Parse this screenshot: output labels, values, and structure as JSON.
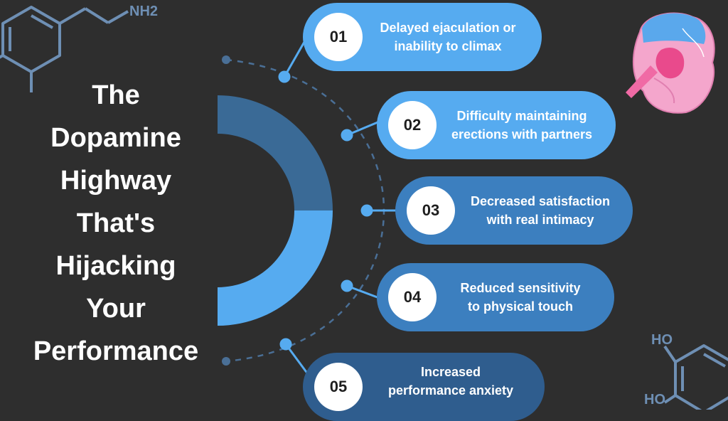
{
  "title_lines": [
    "The",
    "Dopamine",
    "Highway",
    "That's",
    "Hijacking",
    "Your",
    "Performance"
  ],
  "items": [
    {
      "number": "01",
      "line1": "Delayed ejaculation or",
      "line2": "inability to climax"
    },
    {
      "number": "02",
      "line1": "Difficulty maintaining",
      "line2": "erections with partners"
    },
    {
      "number": "03",
      "line1": "Decreased satisfaction",
      "line2": "with real intimacy"
    },
    {
      "number": "04",
      "line1": "Reduced sensitivity",
      "line2": "to physical touch"
    },
    {
      "number": "05",
      "line1": "Increased",
      "line2": "performance anxiety"
    }
  ],
  "molecules": {
    "top_left_label": "NH2",
    "bottom_right_labels": [
      "HO",
      "HO"
    ]
  },
  "colors": {
    "background": "#2e2e2e",
    "light_blue": "#56abf0",
    "mid_blue": "#3c7fbf",
    "dark_blue": "#2f5d8e",
    "arc_dark": "#3a6a96",
    "molecule": "#6e8fb4",
    "brain_pink": "#f4a6cc",
    "brain_blue": "#5aa8ec"
  },
  "icons": [
    "dopamine-molecule-icon",
    "catechol-molecule-icon",
    "brain-icon"
  ]
}
